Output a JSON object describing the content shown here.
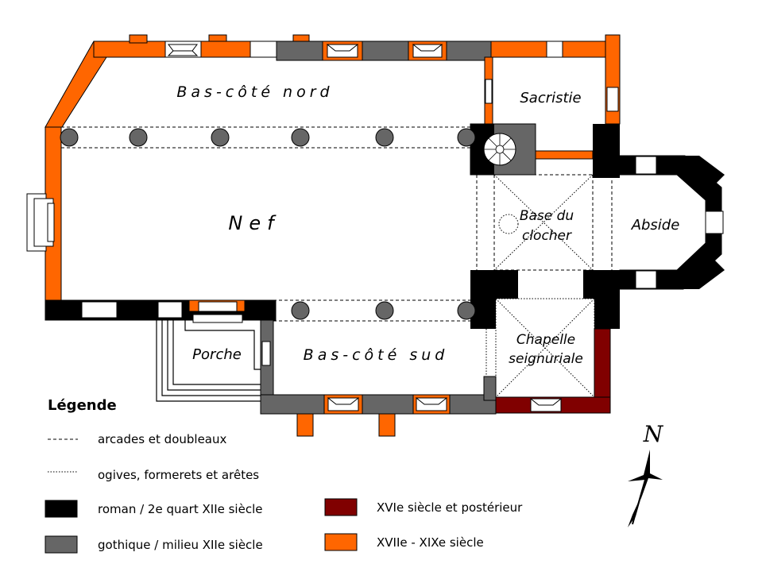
{
  "rooms": {
    "bas_cote_nord": "Bas-côté nord",
    "sacristie": "Sacristie",
    "nef": "Nef",
    "base_clocher_l1": "Base du",
    "base_clocher_l2": "clocher",
    "abside": "Abside",
    "porche": "Porche",
    "bas_cote_sud": "Bas-côté sud",
    "chapelle_l1": "Chapelle",
    "chapelle_l2": "seignuriale"
  },
  "compass": {
    "north_letter": "N",
    "icon": "north-arrow-icon"
  },
  "legend": {
    "title": "Légende",
    "items": [
      {
        "key": "dashed",
        "label": "arcades et doubleaux"
      },
      {
        "key": "dotted",
        "label": "ogives, formerets et arêtes"
      },
      {
        "key": "roman",
        "label": "roman / 2e quart XIIe siècle",
        "color": "#000000"
      },
      {
        "key": "gothique",
        "label": "gothique / milieu XIIe siècle",
        "color": "#666666"
      },
      {
        "key": "xvi",
        "label": "XVIe siècle et postérieur",
        "color": "#800000"
      },
      {
        "key": "xvii",
        "label": "XVIIe - XIXe siècle",
        "color": "#ff6600"
      }
    ]
  },
  "colors": {
    "roman": "#000000",
    "gothique": "#666666",
    "xvi": "#800000",
    "xvii": "#ff6600",
    "window_fill": "#ffffff",
    "column_fill": "#666666"
  }
}
